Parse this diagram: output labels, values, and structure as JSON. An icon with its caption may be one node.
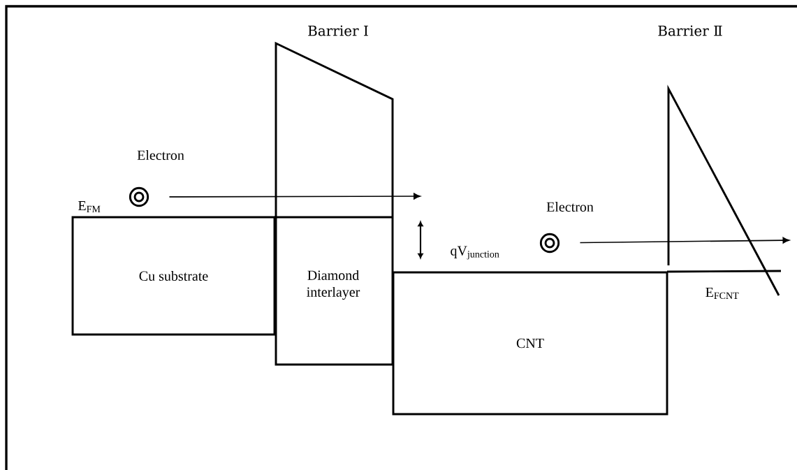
{
  "diagram": {
    "nodes": [
      {
        "text": [
          "Cu substrate"
        ]
      },
      {
        "text": [
          "Diamond interlayer"
        ],
        "beside": [
          "Barrier Ⅰ"
        ]
      },
      {
        "text": [
          "CNT"
        ]
      },
      {
        "text": [],
        "shape": "circle",
        "beside": [
          "Electron"
        ]
      },
      {
        "text": [],
        "shape": "circle",
        "beside": [
          "Electron"
        ]
      },
      {
        "text": [],
        "shape": "triangle",
        "beside": [
          "Barrier Ⅱ"
        ]
      }
    ],
    "edges": [
      {
        "from": 3,
        "to": null,
        "arrow": "to"
      },
      {
        "from": 4,
        "to": 5,
        "arrow": "to"
      }
    ],
    "labels": [
      "E$_{FM}$",
      "qV$_{junction}$",
      "E$_{FCNT}$"
    ]
  }
}
